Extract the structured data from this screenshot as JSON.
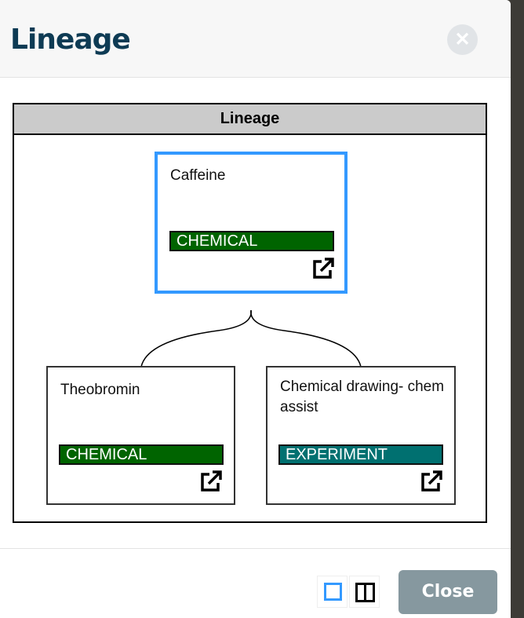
{
  "modal": {
    "title": "Lineage",
    "close_label": "Close"
  },
  "panel": {
    "header": "Lineage"
  },
  "nodes": [
    {
      "name": "Caffeine",
      "type": "CHEMICAL",
      "type_color": "#006400",
      "selected": true
    },
    {
      "name": "Theobromin",
      "type": "CHEMICAL",
      "type_color": "#006400"
    },
    {
      "name": "Chemical drawing- chemassist",
      "type": "EXPERIMENT",
      "type_color": "#007070"
    }
  ],
  "colors": {
    "accent": "#3399ff",
    "close_button": "#86989f",
    "title": "#0e3b54"
  }
}
